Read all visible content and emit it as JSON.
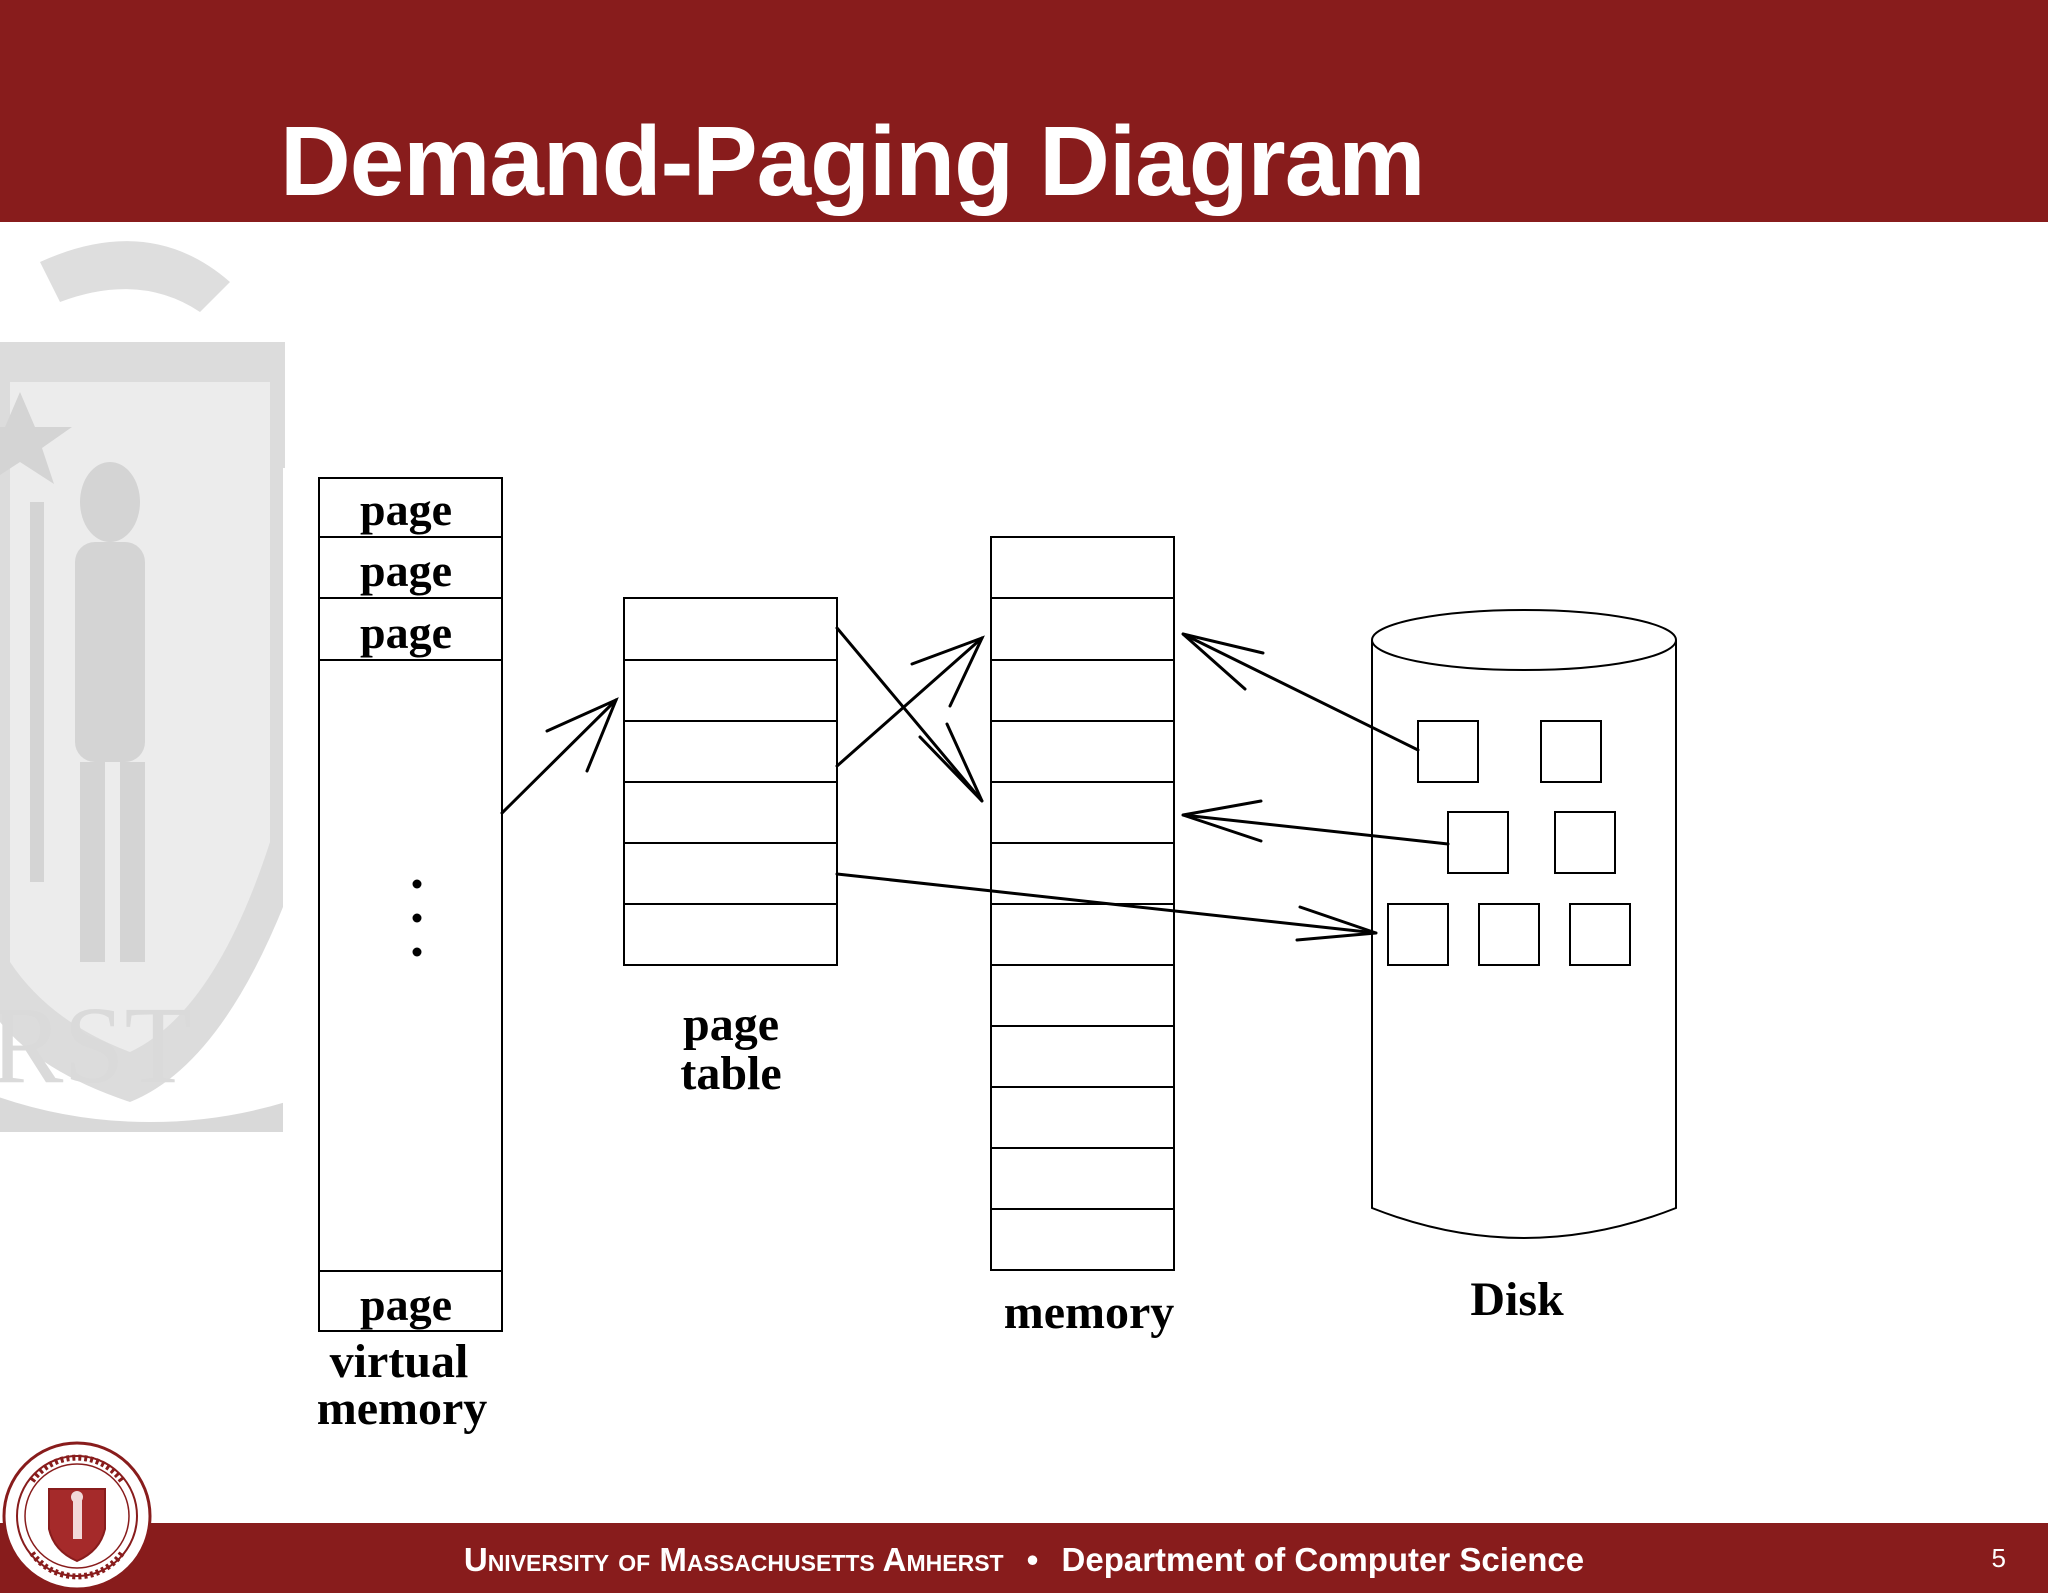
{
  "slide": {
    "title": "Demand-Paging Diagram",
    "page_number": "5",
    "colors": {
      "brand": "#881c1c",
      "text_on_brand": "#ffffff",
      "watermark": "#d8d8d8"
    }
  },
  "diagram": {
    "virtual_memory": {
      "label_line1": "virtual",
      "label_line2": "memory",
      "cells": [
        "page",
        "page",
        "page",
        "page"
      ]
    },
    "page_table": {
      "label_line1": "page",
      "label_line2": "table"
    },
    "memory": {
      "label": "memory"
    },
    "disk": {
      "label": "Disk"
    }
  },
  "footer": {
    "university": "University of Massachusetts Amherst",
    "separator": "•",
    "department": "Department of Computer Science"
  },
  "watermark": {
    "text": "RST"
  }
}
